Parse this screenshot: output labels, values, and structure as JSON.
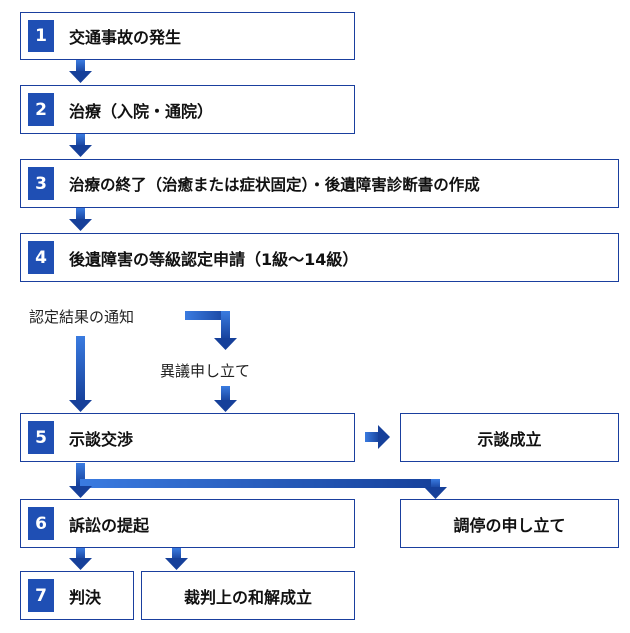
{
  "colors": {
    "accent": "#1f4fb4",
    "border": "#1a3f9e",
    "arrow_top": "#2f6fd6",
    "arrow_bottom": "#16409a"
  },
  "steps": [
    {
      "num": "1",
      "label": "交通事故の発生"
    },
    {
      "num": "2",
      "label": "治療（入院・通院）"
    },
    {
      "num": "3",
      "label": "治療の終了（治癒または症状固定）・後遺障害診断書の作成"
    },
    {
      "num": "4",
      "label": "後遺障害の等級認定申請（1級～14級）"
    },
    {
      "num": "5",
      "label": "示談交渉"
    },
    {
      "num": "6",
      "label": "訴訟の提起"
    },
    {
      "num": "7",
      "label": "判決"
    }
  ],
  "notes": {
    "notice": "認定結果の通知",
    "objection": "異議申し立て"
  },
  "outcomes": {
    "settlement": "示談成立",
    "mediation": "調停の申し立て",
    "court_settlement": "裁判上の和解成立"
  }
}
